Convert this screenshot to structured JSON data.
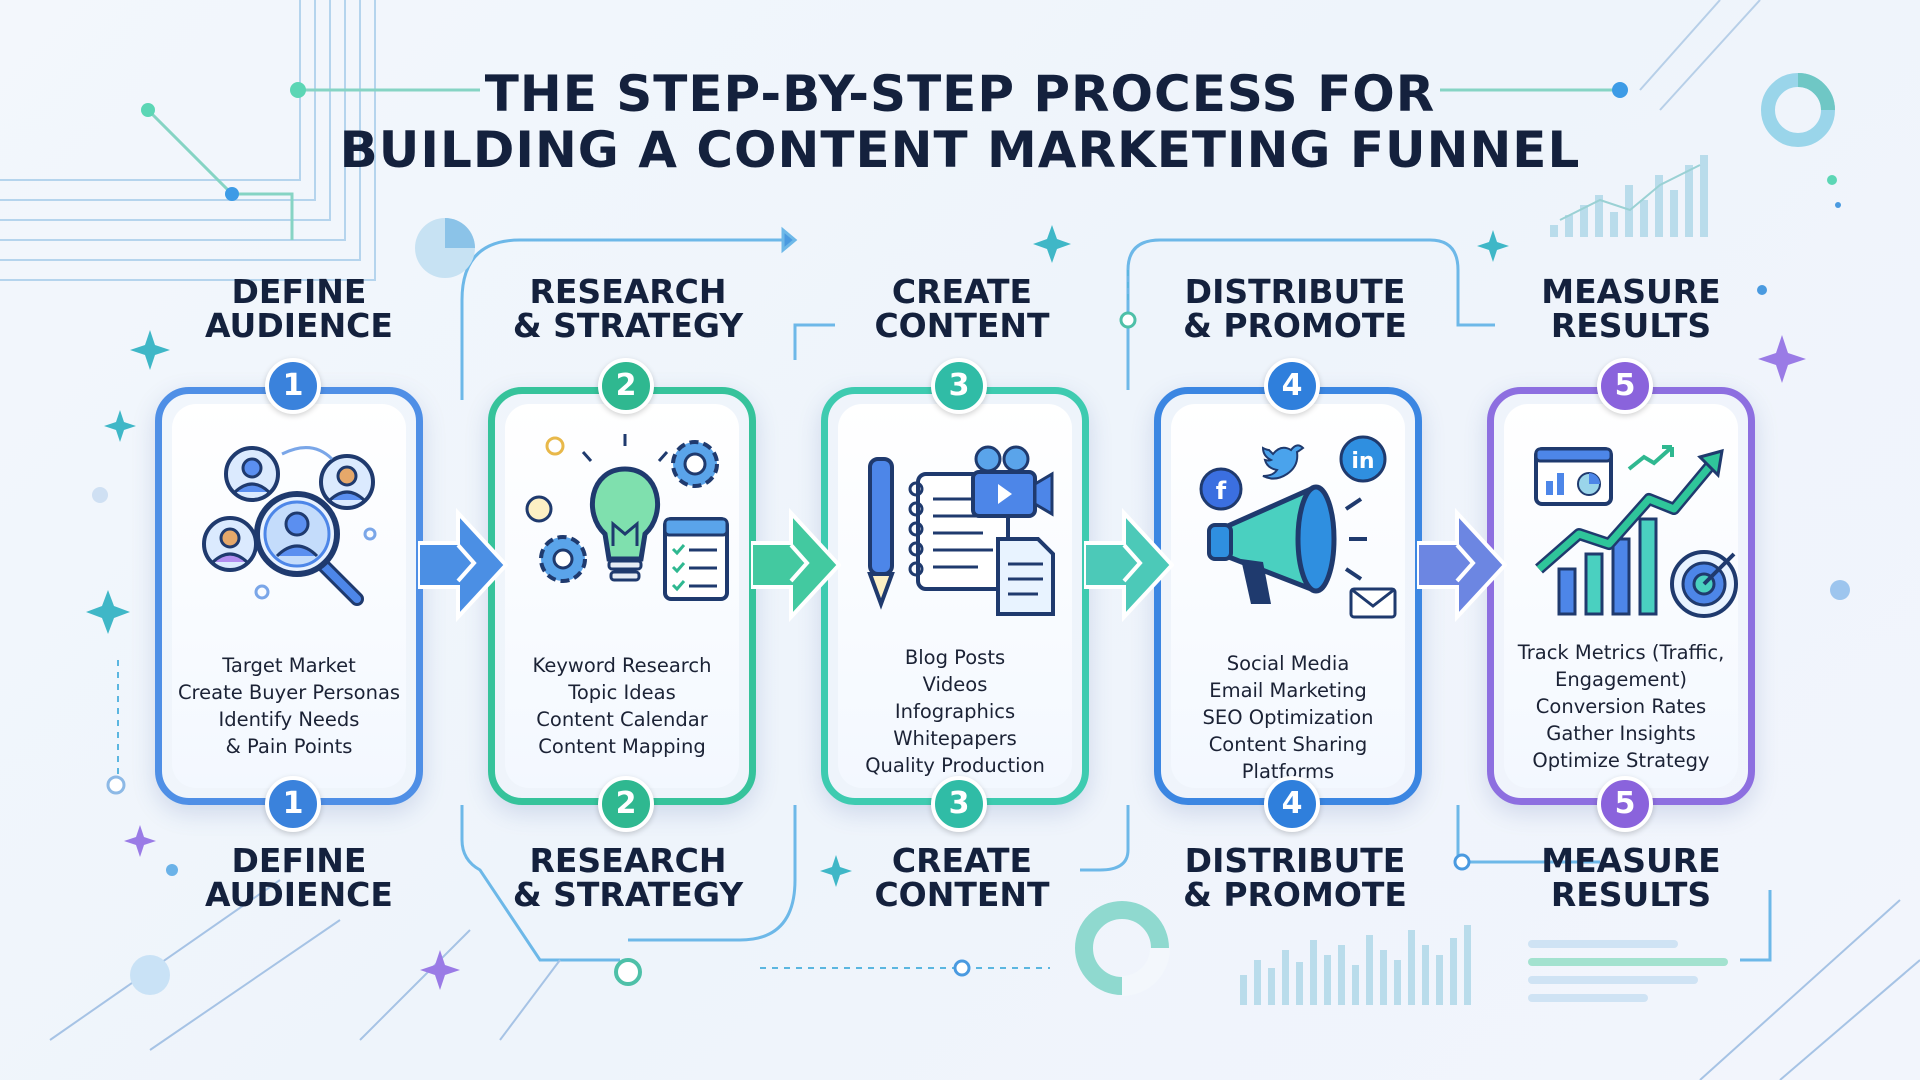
{
  "title": {
    "line1": "THE STEP-BY-STEP PROCESS FOR",
    "line2": "BUILDING A CONTENT MARKETING FUNNEL"
  },
  "steps": [
    {
      "number": "1",
      "label_line1": "DEFINE",
      "label_line2": "AUDIENCE",
      "icon": "audience-search-icon",
      "color": "#4f8fe6",
      "items": [
        "Target Market",
        "Create Buyer Personas",
        "Identify Needs",
        "& Pain Points"
      ]
    },
    {
      "number": "2",
      "label_line1": "RESEARCH",
      "label_line2": "& STRATEGY",
      "icon": "lightbulb-gears-icon",
      "color": "#36c39b",
      "items": [
        "Keyword Research",
        "Topic Ideas",
        "Content Calendar",
        "Content Mapping"
      ]
    },
    {
      "number": "3",
      "label_line1": "CREATE",
      "label_line2": "CONTENT",
      "icon": "content-creation-icon",
      "color": "#3ecbb0",
      "items": [
        "Blog Posts",
        "Videos",
        "Infographics",
        "Whitepapers",
        "Quality Production"
      ]
    },
    {
      "number": "4",
      "label_line1": "DISTRIBUTE",
      "label_line2": "& PROMOTE",
      "icon": "megaphone-social-icon",
      "color": "#3b86e2",
      "items": [
        "Social Media",
        "Email Marketing",
        "SEO Optimization",
        "Content Sharing",
        "Platforms"
      ]
    },
    {
      "number": "5",
      "label_line1": "MEASURE",
      "label_line2": "RESULTS",
      "icon": "growth-chart-icon",
      "color": "#8d6fe0",
      "items": [
        "Track Metrics (Traffic,",
        "Engagement)",
        "Conversion Rates",
        "Gather Insights",
        "Optimize Strategy"
      ]
    }
  ],
  "connector_icon": "arrow-right-icon",
  "icon_letters": {
    "facebook": "f",
    "linkedin": "in"
  }
}
